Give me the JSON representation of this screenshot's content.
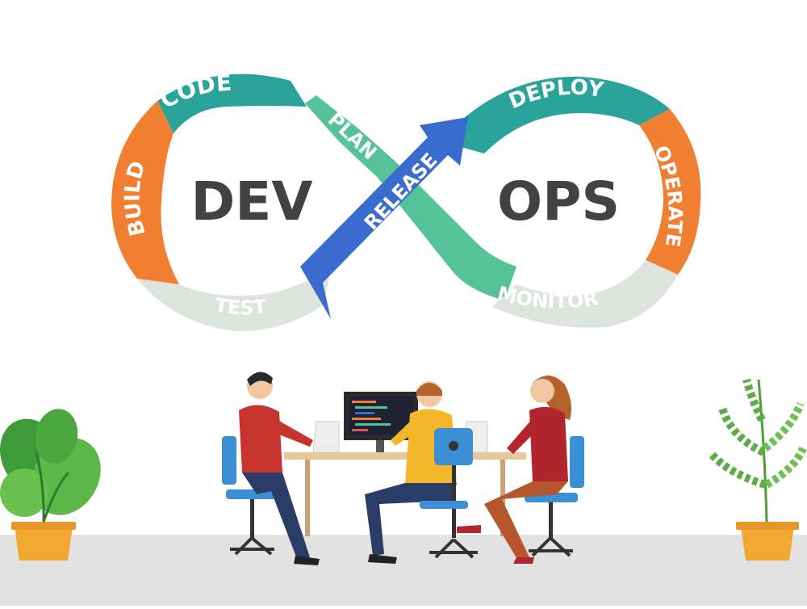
{
  "center_labels": {
    "left": "DEV",
    "right": "OPS"
  },
  "stages": {
    "code": "CODE",
    "build": "BUILD",
    "test": "TEST",
    "plan": "PLAN",
    "release": "RELEASE",
    "deploy": "DEPLOY",
    "operate": "OPERATE",
    "monitor": "MONITOR"
  },
  "colors": {
    "teal": "#2aa39b",
    "orange": "#f07f32",
    "light_gray": "#dde3dd",
    "mint": "#55c29a",
    "blue": "#3a6ccf",
    "center_text": "#424242",
    "stage_text": "#ffffff",
    "floor": "#e2e2e2"
  },
  "icons": [
    "plant-icon",
    "palm-plant-icon",
    "developer-man-icon",
    "developer-woman-icon",
    "laptop-icon",
    "monitor-code-icon",
    "office-chair-icon"
  ]
}
